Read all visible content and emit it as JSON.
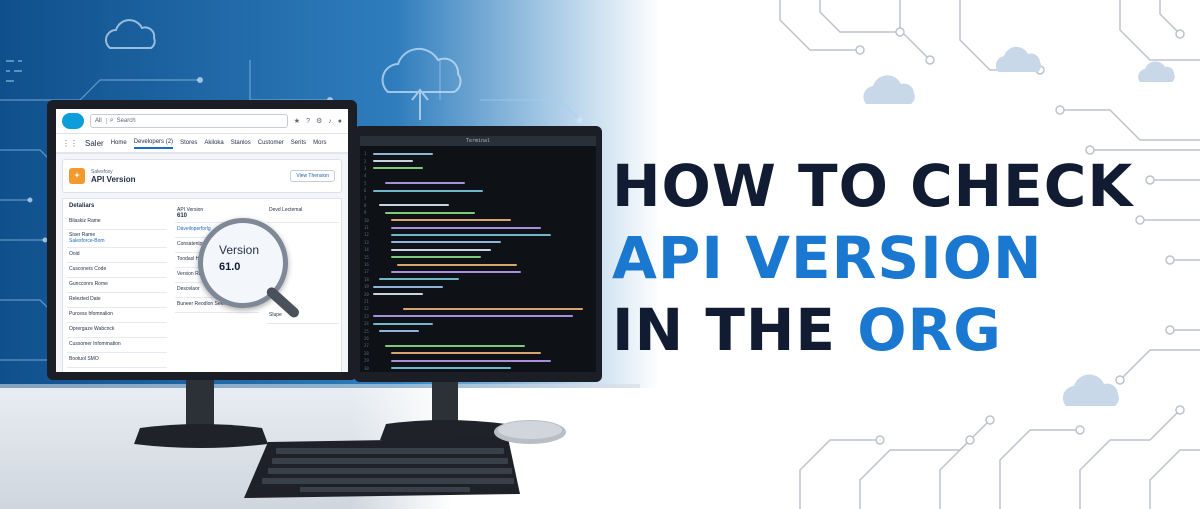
{
  "headline": {
    "line1": "HOW TO CHECK",
    "line2": "API VERSION",
    "line3_a": "IN THE ",
    "line3_b": "ORG"
  },
  "colors": {
    "headline_dark": "#111c33",
    "headline_accent": "#1a78d0",
    "background_blue": "#14558f",
    "salesforce_blue": "#0d9dda"
  },
  "salesforce": {
    "search_scope": "All",
    "search_placeholder": "Search",
    "app_name": "Saler",
    "nav_tabs": [
      "Home",
      "Developers (2)",
      "Stores",
      "Akiloka",
      "Stanlos",
      "Customer",
      "Serits",
      "Mors"
    ],
    "record_type": "Salesfosy",
    "record_title": "API Version",
    "view_button": "View Thension",
    "section_title": "Detaliars",
    "left_fields": [
      "Bilaskiz Rame",
      "Siser Rame",
      "Salesforce-Bom",
      "Ooid",
      "Cusconers Code",
      "Guncconrs Rome",
      "Relezted Date",
      "Purcess hfomnalion",
      "Oprergaze Wabcnck",
      "Cussomer Infommation",
      "Bootuol SMO"
    ],
    "mid_label": "API Version",
    "mid_value": "610",
    "mid_field_2": "Daveiloperforlg",
    "mid_field_3": "Consatenlpy",
    "mid_field_4": "Toodasl H",
    "mid_field_5": "Version Rame",
    "mid_field_6": "Descelaor",
    "mid_field_7": "Buneer Reodlon Seenihe",
    "right_field_1": "Devd Lectemal",
    "right_field_2": "Slupe",
    "lens_label": "Version",
    "lens_value": "61.0"
  },
  "code_window": {
    "title": "Terminal",
    "cursor": "›"
  }
}
